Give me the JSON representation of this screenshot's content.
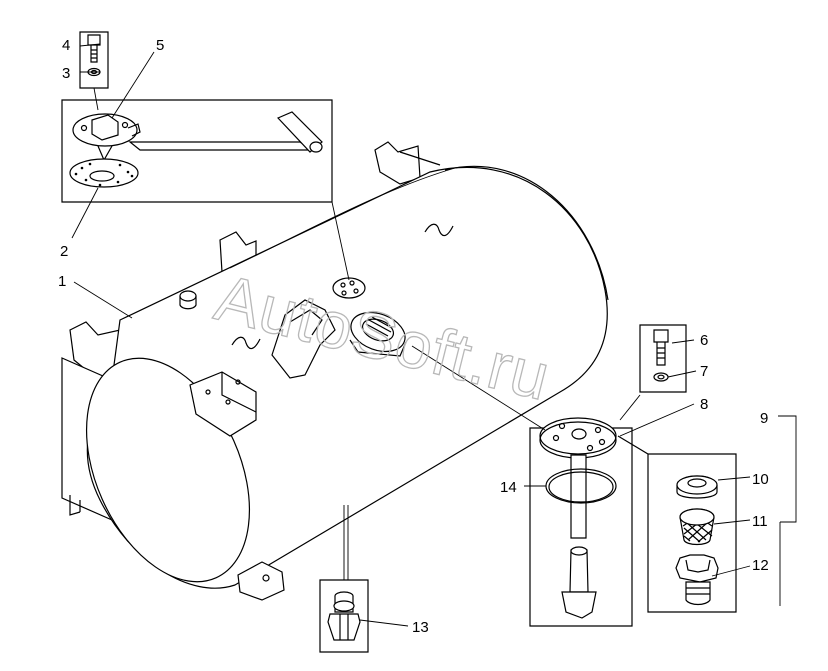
{
  "watermark": "AutoSoft.ru",
  "callouts": {
    "c1": "1",
    "c2": "2",
    "c3": "3",
    "c4": "4",
    "c5": "5",
    "c6": "6",
    "c7": "7",
    "c8": "8",
    "c9": "9",
    "c10": "10",
    "c11": "11",
    "c12": "12",
    "c13": "13",
    "c14": "14"
  }
}
